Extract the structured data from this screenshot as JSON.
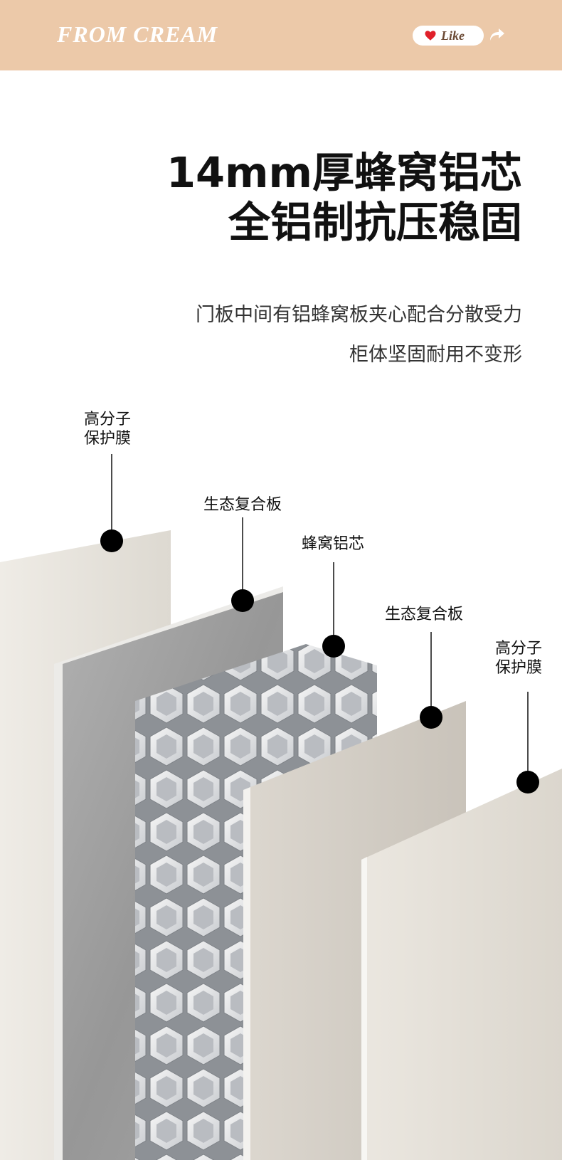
{
  "header": {
    "brand": "FROM CREAM",
    "like_label": "Like",
    "icons": [
      "heart-icon",
      "share-icon"
    ],
    "background_color": "#ecc9a9"
  },
  "headline": {
    "line1": "14mm厚蜂窝铝芯",
    "line2": "全铝制抗压稳固"
  },
  "subtitle": {
    "line1": "门板中间有铝蜂窝板夹心配合分散受力",
    "line2": "柜体坚固耐用不变形"
  },
  "diagram": {
    "labels": {
      "film_left_line1": "高分子",
      "film_left_line2": "保护膜",
      "board_left": "生态复合板",
      "core": "蜂窝铝芯",
      "board_right": "生态复合板",
      "film_right_line1": "高分子",
      "film_right_line2": "保护膜"
    }
  }
}
